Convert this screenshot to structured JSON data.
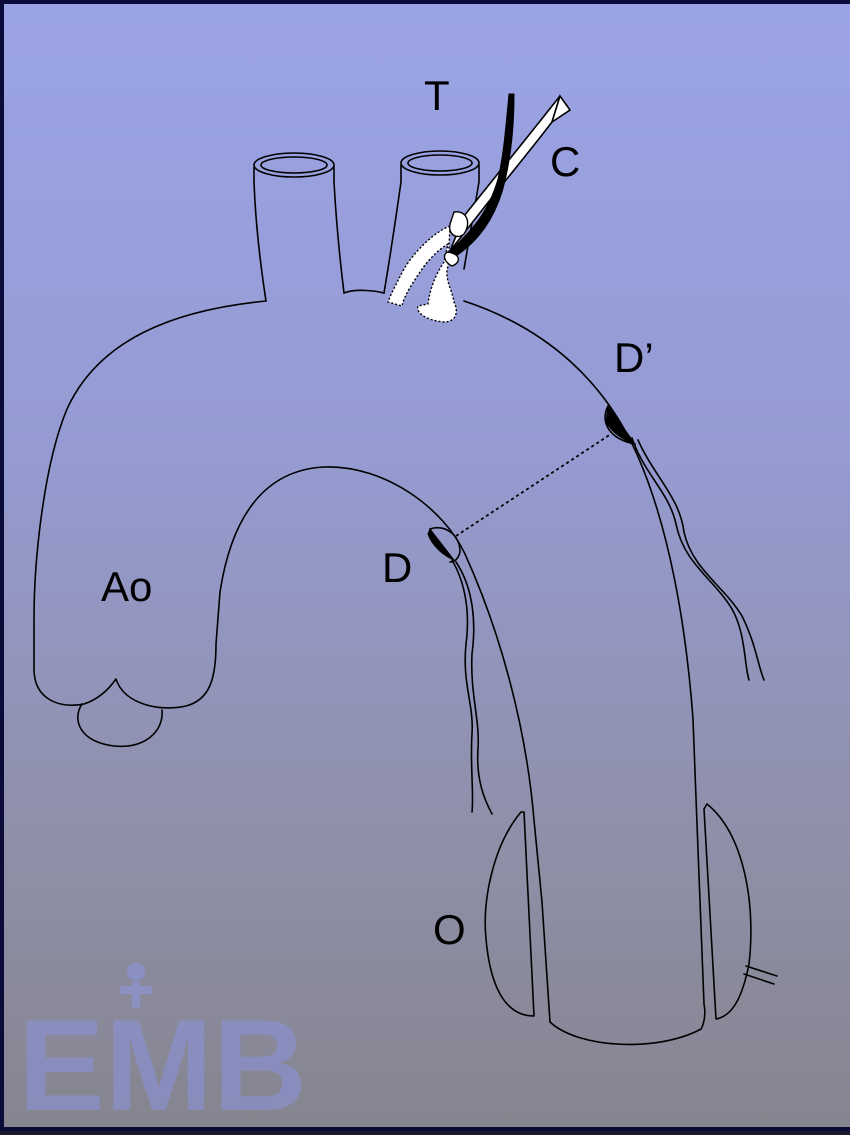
{
  "labels": {
    "tourniquet": "T",
    "catheter": "C",
    "distal_prime": "D’",
    "distal": "D",
    "aorta": "Ao",
    "occluder": "O"
  },
  "watermark": "EMB",
  "colors": {
    "background_top": "#9aa3e6",
    "background_bottom": "#858590",
    "line": "#000000",
    "watermark": "#8c93e0"
  }
}
